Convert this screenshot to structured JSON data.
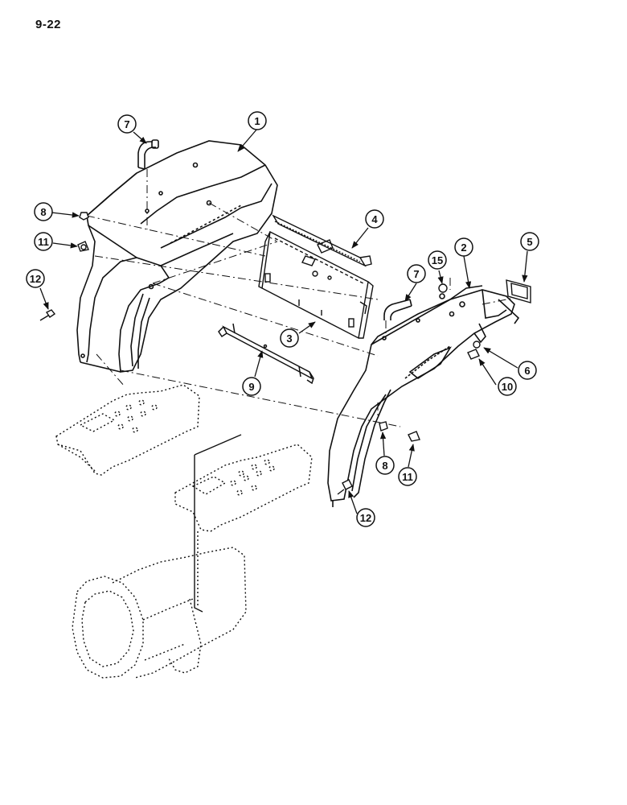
{
  "page": {
    "number": "9-22"
  },
  "callouts": [
    {
      "id": "c1a",
      "label": "1"
    },
    {
      "id": "c7a",
      "label": "7"
    },
    {
      "id": "c8a",
      "label": "8"
    },
    {
      "id": "c11a",
      "label": "11"
    },
    {
      "id": "c12a",
      "label": "12"
    },
    {
      "id": "c4",
      "label": "4"
    },
    {
      "id": "c3",
      "label": "3"
    },
    {
      "id": "c9",
      "label": "9"
    },
    {
      "id": "c2",
      "label": "2"
    },
    {
      "id": "c5",
      "label": "5"
    },
    {
      "id": "c15",
      "label": "15"
    },
    {
      "id": "c7b",
      "label": "7"
    },
    {
      "id": "c6",
      "label": "6"
    },
    {
      "id": "c10",
      "label": "10"
    },
    {
      "id": "c8b",
      "label": "8"
    },
    {
      "id": "c11b",
      "label": "11"
    },
    {
      "id": "c12b",
      "label": "12"
    }
  ]
}
